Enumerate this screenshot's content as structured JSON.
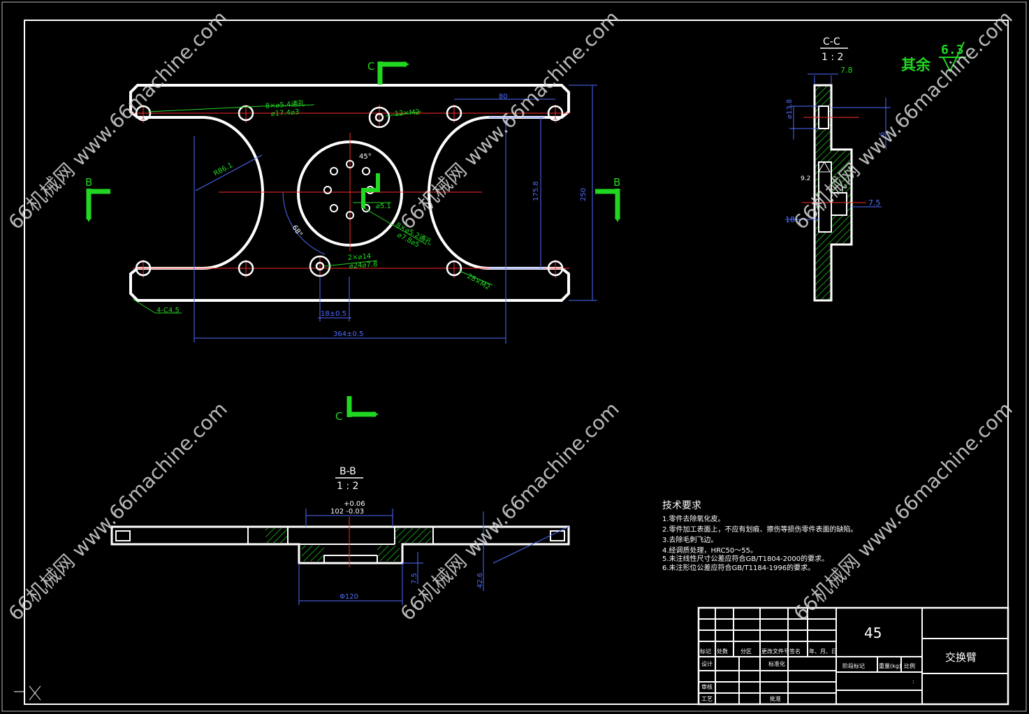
{
  "section_labels": {
    "cc_title": "C-C",
    "cc_scale": "1 : 2",
    "bb_title": "B-B",
    "bb_scale": "1 : 2",
    "marker_b": "B",
    "marker_c": "C"
  },
  "roughness": {
    "label": "其余",
    "value": "6.3"
  },
  "plan_view_dims": {
    "holes_8x": "8×⌀5.4通孔",
    "holes_8x_cb": "⌀17.4⌀3",
    "tapped_12": "12×M2",
    "pitch_80": "80",
    "radius": "R86.1",
    "angle_45": "45°",
    "hole_d": "⌀5.1",
    "holes_8x_b": "8×⌀5.2通孔",
    "holes_8x_b_cb": "⌀7.8⌀5",
    "angle_68": "68°",
    "holes_2x": "2×⌀14",
    "holes_2x_cb": "⌀24⌀7.8",
    "tapped_28": "28×M2",
    "width_175": "175.8",
    "width_250": "250",
    "chamfer": "4-C4.5",
    "offset_18": "18±0.5",
    "length_364": "364±0.5"
  },
  "cc_dims": {
    "d78": "7.8",
    "d138": "⌀13.8",
    "d92": "9.2",
    "d75": "7.5",
    "d18": "18",
    "d6": "6"
  },
  "bb_dims": {
    "tol_upper": "+0.06",
    "tol_main": "102 -0.03",
    "d75": "7.5",
    "d426": "42.6",
    "phi120": "Φ120"
  },
  "technical_requirements": {
    "title": "技术要求",
    "items": [
      "1.零件去除氧化皮。",
      "2.零件加工表面上，不应有划痕、擦伤等损伤零件表面的缺陷。",
      "3.去除毛刺飞边。",
      "4.经调质处理，HRC50～55。",
      "5.未注线性尺寸公差应符合GB/T1804-2000的要求。",
      "6.未注形位公差应符合GB/T1184-1996的要求。"
    ]
  },
  "title_block": {
    "material": "45",
    "part_name": "交换臂",
    "cells": {
      "biaoji": "标记",
      "chushu": "处数",
      "fenqu": "分区",
      "gengai": "更改文件号",
      "qianming": "签名",
      "nianyueri": "年、月、日",
      "sheji": "设计",
      "biaozhunhua": "标准化",
      "jieduan": "阶段标记",
      "zhongliang": "重量(kg)",
      "bili": "比例",
      "shenhe": "审核",
      "gongyi": "工艺",
      "pizhun": "批准",
      "ratio_partial": ": "
    }
  },
  "watermark": {
    "text": "66机械网 www.66machine.com"
  },
  "colors": {
    "background": "#000000",
    "outline": "#ffffff",
    "dimension": "#22d722",
    "extension": "#4f6dff",
    "centerline": "#ff2a2a"
  }
}
